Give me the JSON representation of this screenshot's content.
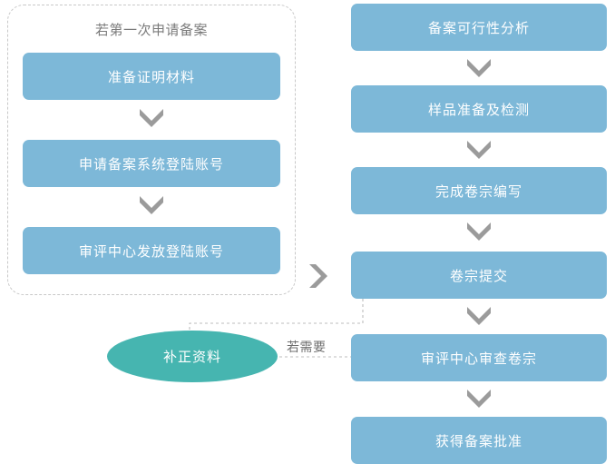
{
  "diagram": {
    "title_visible": false,
    "background": "#ffffff",
    "box_color": "#7db8d8",
    "ellipse_color": "#46b5b0",
    "arrow_color": "#9b9b9b",
    "dashed_border_color": "#c8c8c8",
    "box_text_color": "#ffffff",
    "label_text_color": "#7b7b7b"
  },
  "group": {
    "title": "若第一次申请备案",
    "steps": [
      {
        "label": "准备证明材料"
      },
      {
        "label": "申请备案系统登陆账号"
      },
      {
        "label": "审评中心发放登陆账号"
      }
    ]
  },
  "main_flow": {
    "steps": [
      {
        "label": "备案可行性分析"
      },
      {
        "label": "样品准备及检测"
      },
      {
        "label": "完成卷宗编写"
      },
      {
        "label": "卷宗提交"
      },
      {
        "label": "审评中心审查卷宗"
      },
      {
        "label": "获得备案批准"
      }
    ]
  },
  "feedback": {
    "node_label": "补正资料",
    "condition_label": "若需要"
  },
  "icons": {
    "chevron_down": "chevron-down-icon",
    "chevron_right": "chevron-right-icon"
  }
}
